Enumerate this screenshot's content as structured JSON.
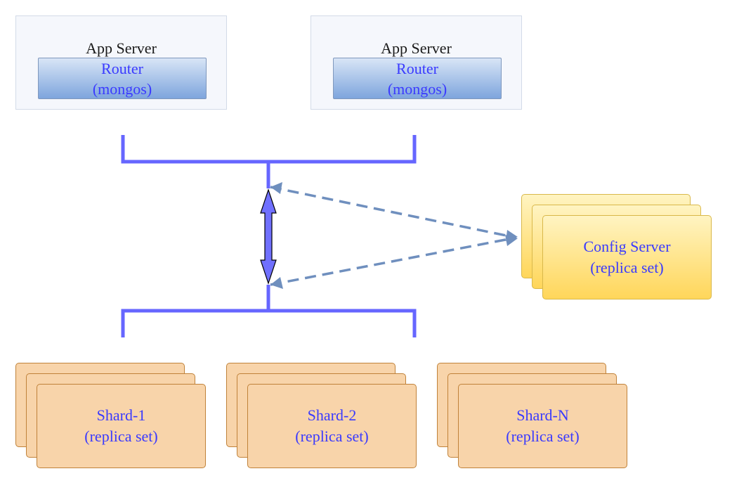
{
  "app_servers": [
    {
      "title": "App Server",
      "router_line1": "Router",
      "router_line2": "(mongos)"
    },
    {
      "title": "App Server",
      "router_line1": "Router",
      "router_line2": "(mongos)"
    }
  ],
  "config_server": {
    "line1": "Config Server",
    "line2": "(replica set)"
  },
  "shards": [
    {
      "line1": "Shard-1",
      "line2": "(replica set)"
    },
    {
      "line1": "Shard-2",
      "line2": "(replica set)"
    },
    {
      "line1": "Shard-N",
      "line2": "(replica set)"
    }
  ],
  "colors": {
    "bus": "#6666ff",
    "arrow_fill": "#7070ff",
    "dashed_arrow": "#6f8fbe",
    "label_text": "#3a3aff",
    "shard_fill": "#f8d4aa",
    "config_fill": "#ffd65a"
  }
}
